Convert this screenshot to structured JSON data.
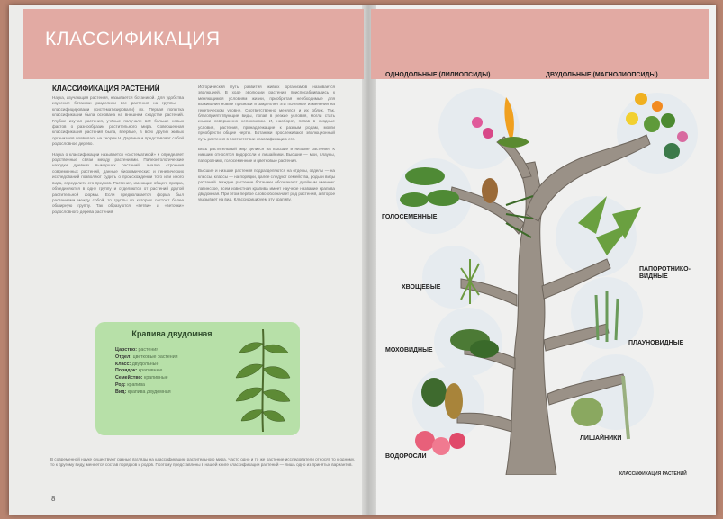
{
  "chapter_title": "КЛАССИФИКАЦИЯ",
  "section_title": "КЛАССИФИКАЦИЯ РАСТЕНИЙ",
  "column1": [
    "Наука, изучающая растения, называется ботаникой. Для удобства изучения ботаники разделили все растения на группы — классифицировали (систематизировали) их. Первая попытка классификации была основана на внешнем сходстве растений. Глубже изучая растения, учёные получали всё больше новых фактов о разнообразии растительного мира. Совершенная классификация растений была, впервые, в всех других живых организмов появилась на теории Ч. Дарвина и представляет собой родословное дерево.",
    "Наука о классификации называется «систематикой» и определяет родственные связи между растениями. Палеонтологические находки древних вымерших растений, анализ строения современных растений, данные биохимических и генетических исследований позволяют судить о происхождении того или иного вида, определить его предков. Растения, имеющие общего предка, объединяются в одну группу и отделяются от растений другой растительной формы. Если предполагается форма был растениями между собой, то группы из которых состоит более обширную группу. Так образуются «ветви» и «веточки» родословного дерева растений."
  ],
  "column2": [
    "Исторический путь развития живых организмов называется эволюцией. В ходе эволюции растения приспосабливались к меняющимся условиям жизни, приобретая необходимые для выживания новые признаки и закрепляя эти полезные изменения на генетическом уровне. Соответственно менялся и их облик. Так, благоприятствующие виды, попав в резкие условия, могли стать иными совершенно непохожими. И, наоборот, попав в сходные условия, растения, принадлежащие к разным родам, могли приобрести общие черты. Ботаники прослеживают эволюционный путь растения в соответствии классификацию его.",
    "Весь растительный мир делится на высшие и низшие растения. К низшим относятся водоросли и лишайники. Высшие — мхи, плауны, папоротники, голосеменные и цветковые растения.",
    "Высшие и низшие растения подразделяются на отделы, отделы — на классы, классы — на порядки, далее следуют семейства, роды и виды растений. Каждое растение ботаники обозначают двойным именем: латинское, всем известная крапива имеет научное название крапива двудомная. При этом первое слово обозначает род растений, а второе указывает на вид. Классифицируем эту крапиву."
  ],
  "fact_box": {
    "title": "Крапива двудомная",
    "rows": [
      {
        "k": "Царство:",
        "v": "растения"
      },
      {
        "k": "Отдел:",
        "v": "цветковые растения"
      },
      {
        "k": "Класс:",
        "v": "двудольные"
      },
      {
        "k": "Порядок:",
        "v": "крапивные"
      },
      {
        "k": "Семейство:",
        "v": "крапивные"
      },
      {
        "k": "Род:",
        "v": "крапива"
      },
      {
        "k": "Вид:",
        "v": "крапива двудомная"
      }
    ]
  },
  "bottom_paragraph": "В современной науке существуют разные взгляды на классификацию растительного мира. Часто одно и то же растение исследователи относят то к одному, то к другому виду, меняется состав порядков и родов. Поэтому представлены в нашей книге классификации растений — лишь одно из принятых вариантов.",
  "page_number": "8",
  "tree_labels": {
    "monocots": "ОДНОДОЛЬНЫЕ (ЛИЛИОПСИДЫ)",
    "dicots": "ДВУДОЛЬНЫЕ (МАГНОЛИОПСИДЫ)",
    "gymnosperms": "ГОЛОСЕМЕННЫЕ",
    "ferns": "ПАПОРОТНИКО-ВИДНЫЕ",
    "horsetails": "ХВОЩЕВЫЕ",
    "lycopods": "ПЛАУНОВИДНЫЕ",
    "mosses": "МОХОВИДНЫЕ",
    "lichens": "ЛИШАЙНИКИ",
    "algae": "ВОДОРОСЛИ"
  },
  "right_footer": "КЛАССИФИКАЦИЯ РАСТЕНИЙ",
  "colors": {
    "banner": "#e2aaa3",
    "fact_box": "#b7e0a8",
    "background": "#b88470"
  }
}
